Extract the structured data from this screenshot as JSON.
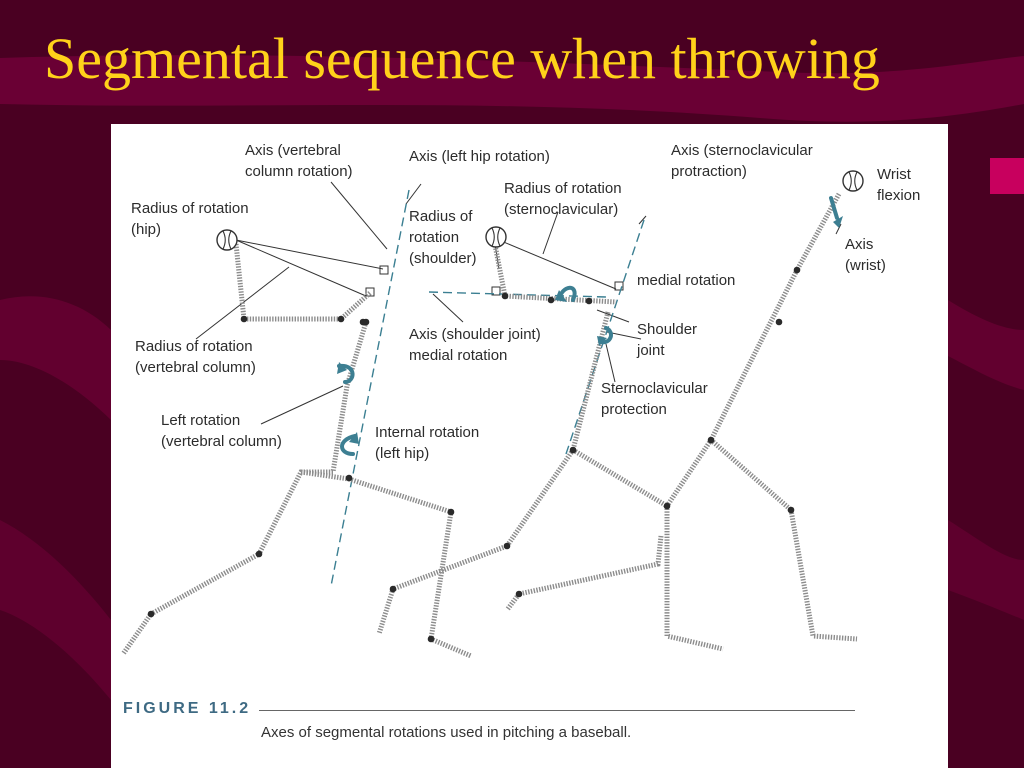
{
  "slide": {
    "title": "Segmental sequence when throwing",
    "colors": {
      "background": "#4a0022",
      "swoosh": "#6a0034",
      "title": "#ffd21a",
      "panel": "#ffffff",
      "accent": "#c8005e",
      "arrow": "#3d7f92"
    }
  },
  "figure": {
    "number": "FIGURE 11.2",
    "caption": "Axes of segmental rotations used in pitching a baseball.",
    "labels": {
      "axis_vertebral": "Axis (vertebral\ncolumn rotation)",
      "axis_left_hip": "Axis (left hip rotation)",
      "axis_sternoclavicular": "Axis (sternoclavicular\nprotraction)",
      "wrist_flexion": "Wrist\nflexion",
      "radius_hip": "Radius of rotation\n(hip)",
      "radius_sternoclavicular": "Radius of rotation\n(sternoclavicular)",
      "radius_shoulder": "Radius of\nrotation\n(shoulder)",
      "axis_wrist": "Axis\n(wrist)",
      "medial_rotation": "medial rotation",
      "radius_vertebral": "Radius of rotation\n(vertebral column)",
      "axis_shoulder_joint": "Axis (shoulder joint)\nmedial rotation",
      "shoulder_joint": "Shoulder\njoint",
      "left_rotation": "Left rotation\n(vertebral column)",
      "internal_rotation": "Internal rotation\n(left hip)",
      "sternoclavicular_protection": "Sternoclavicular\nprotection"
    },
    "icons": [
      "baseball-icon",
      "rotation-arrow-icon"
    ]
  }
}
